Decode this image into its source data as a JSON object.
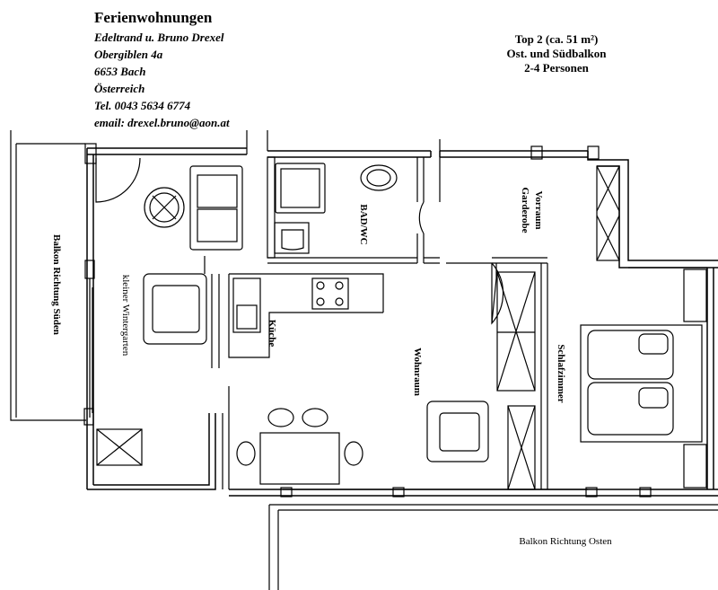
{
  "header": {
    "title": "Ferienwohnungen",
    "owner": "Edeltrand u. Bruno Drexel",
    "street": "Obergiblen 4a",
    "city": "6653 Bach",
    "country": "Österreich",
    "phone": "Tel. 0043 5634 6774",
    "email": "email:  drexel.bruno@aon.at"
  },
  "unit": {
    "top": "Top 2  (ca. 51 m²)",
    "balconies": "Ost. und Südbalkon",
    "persons": "2-4 Personen"
  },
  "rooms": {
    "balkon_sued": "Balkon Richtung Süden",
    "wintergarten": "kleiner Wintergarten",
    "bad": "BAD/WC",
    "vorraum": "Vorraum",
    "garderobe": "Garderobe",
    "kueche": "Küche",
    "wohnraum": "Wohnraum",
    "schlafzimmer": "Schlafzimmer",
    "balkon_ost": "Balkon Richtung Osten"
  }
}
